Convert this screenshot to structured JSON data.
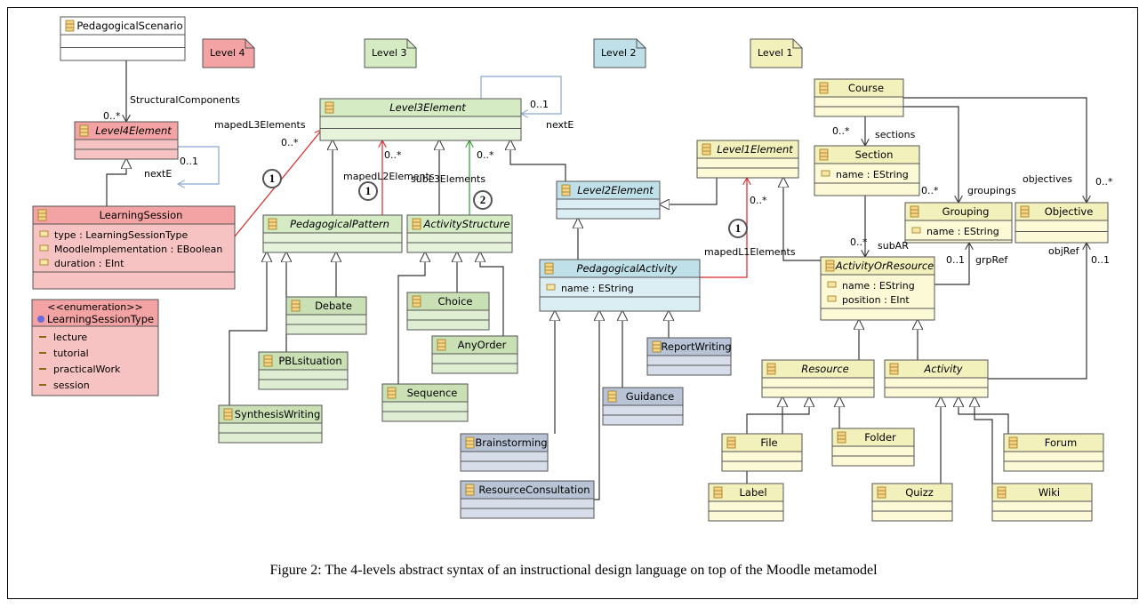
{
  "colors": {
    "level4_fill": "#f7c2c2",
    "level4_head": "#f3a3a3",
    "level3_fill": "#e6f3da",
    "level3_head": "#d4ebc3",
    "level2_fill": "#dbeef3",
    "level2_head": "#bfe0e8",
    "level1_fill": "#fbf9d6",
    "level1_head": "#f2f0bb",
    "pattern_fill": "#dfeed2",
    "pattern_head": "#c9e0b5",
    "blue_fill": "#d7dee9",
    "blue_head": "#b8c4d6",
    "white_fill": "#ffffff",
    "red_arrow": "#d62727",
    "green_arrow": "#2e9a2e",
    "gray_line": "#333333",
    "blue_line": "#8aa6cf"
  },
  "notes": [
    {
      "text": "Level 4"
    },
    {
      "text": "Level 3"
    },
    {
      "text": "Level 2"
    },
    {
      "text": "Level 1"
    }
  ],
  "classes": [
    {
      "name": "PedagogicalScenario"
    },
    {
      "name": "Level4Element"
    },
    {
      "name": "LearningSession",
      "attrs": [
        "type : LearningSessionType",
        "MoodleImplementation : EBoolean",
        "duration : EInt"
      ]
    },
    {
      "name": "Level3Element"
    },
    {
      "name": "PedagogicalPattern"
    },
    {
      "name": "ActivityStructure"
    },
    {
      "name": "Debate"
    },
    {
      "name": "PBLsituation"
    },
    {
      "name": "SynthesisWriting"
    },
    {
      "name": "Choice"
    },
    {
      "name": "AnyOrder"
    },
    {
      "name": "Sequence"
    },
    {
      "name": "Level2Element"
    },
    {
      "name": "PedagogicalActivity",
      "attrs": [
        "name : EString"
      ]
    },
    {
      "name": "ReportWriting"
    },
    {
      "name": "Guidance"
    },
    {
      "name": "Brainstorming"
    },
    {
      "name": "ResourceConsultation"
    },
    {
      "name": "Level1Element"
    },
    {
      "name": "Course"
    },
    {
      "name": "Section",
      "attrs": [
        "name : EString"
      ]
    },
    {
      "name": "Grouping",
      "attrs": [
        "name : EString"
      ]
    },
    {
      "name": "Objective"
    },
    {
      "name": "ActivityOrResource",
      "attrs": [
        "name : EString",
        "position : EInt"
      ]
    },
    {
      "name": "Resource"
    },
    {
      "name": "Activity"
    },
    {
      "name": "File"
    },
    {
      "name": "Folder"
    },
    {
      "name": "Label"
    },
    {
      "name": "Quizz"
    },
    {
      "name": "Forum"
    },
    {
      "name": "Wiki"
    }
  ],
  "enumeration": {
    "stereotype": "<<enumeration>>",
    "name": "LearningSessionType",
    "literals": [
      "lecture",
      "tutorial",
      "practicalWork",
      "session"
    ]
  },
  "labels": [
    "StructuralComponents",
    "0..*",
    "nextE",
    "0..1",
    "mapedL3Elements",
    "0..*",
    "0..1",
    "nextE",
    "mapedL2Elements",
    "0..*",
    "subL3Elements",
    "0..*",
    "0..*",
    "mapedL1Elements",
    "0..*",
    "sections",
    "0..*",
    "subAR",
    "0..*",
    "groupings",
    "objectives",
    "0..*",
    "0..1",
    "grpRef",
    "objRef",
    "0..1"
  ],
  "markers": [
    "1",
    "1",
    "2",
    "1"
  ],
  "caption": "Figure 2: The 4-levels abstract syntax of an instructional design language on top of the Moodle metamodel"
}
